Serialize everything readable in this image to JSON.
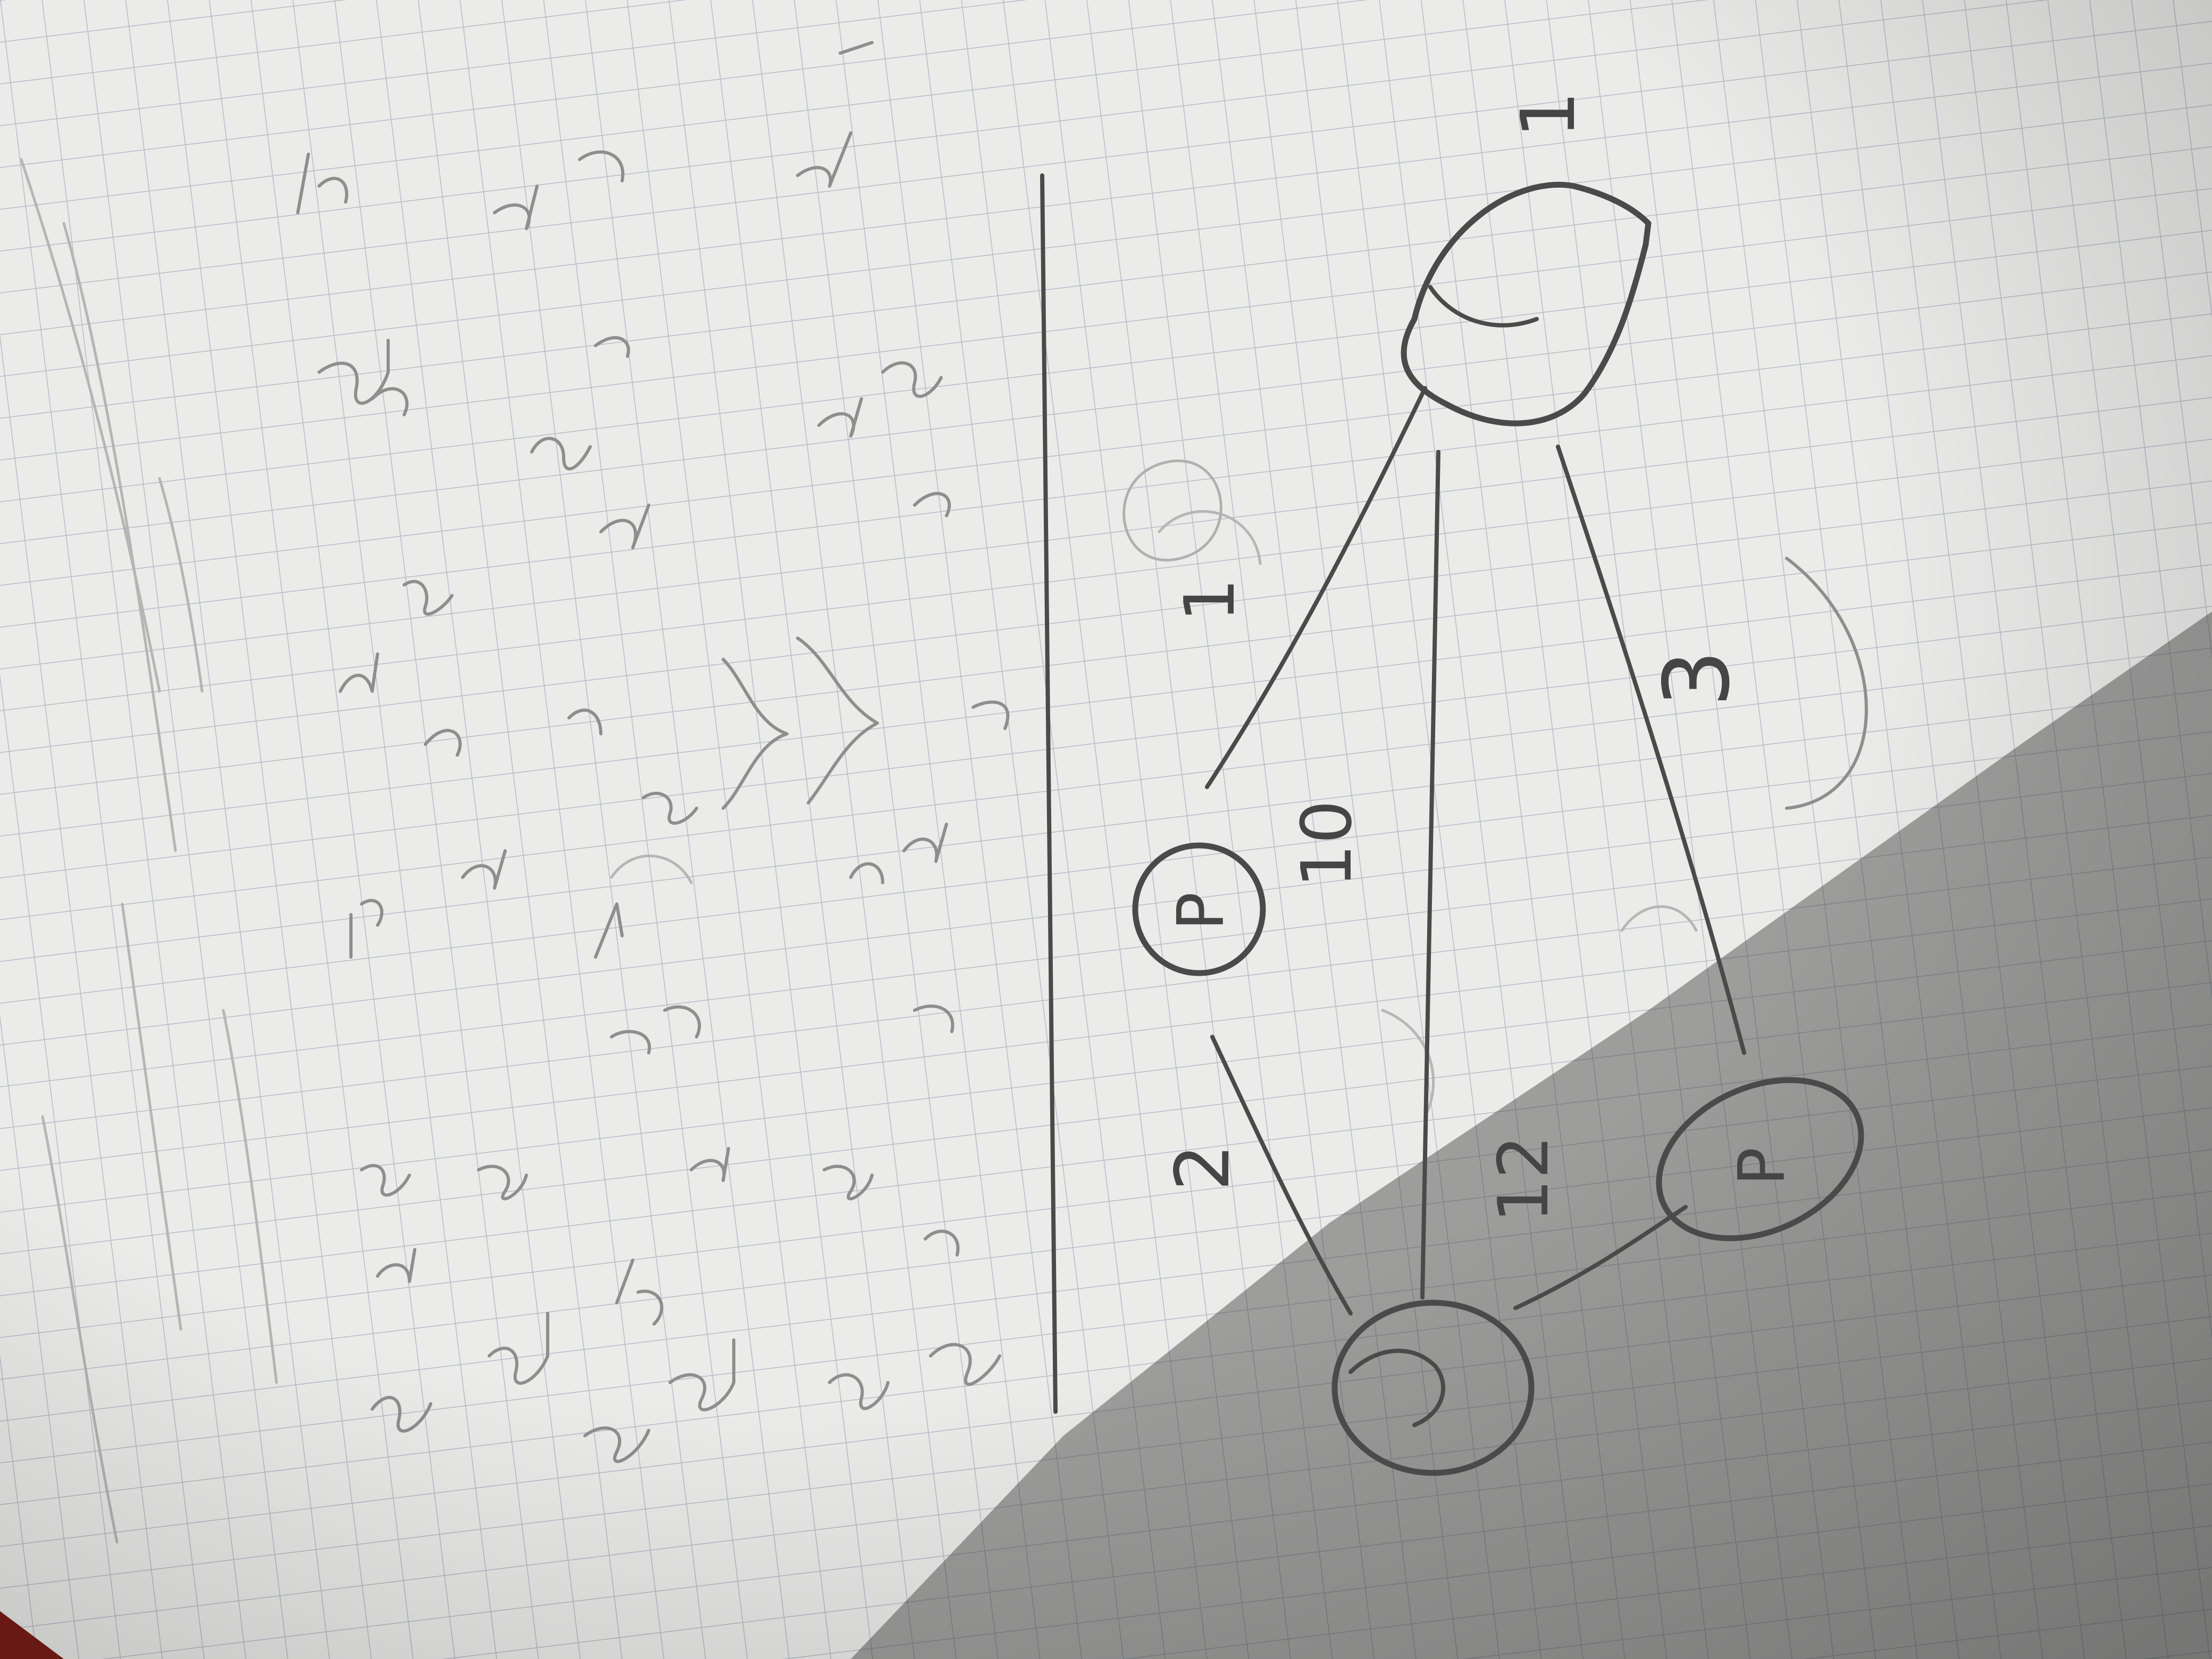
{
  "scene": {
    "description_type": "photo of graph-paper notebook page with pencil-drawn graph",
    "colors": {
      "paper": "#ececec",
      "grid": "#b9bcc4",
      "pencil": "#4a4a4a",
      "shadow": "#5f5f5f",
      "red_edge": "#7a1d16"
    }
  },
  "graph": {
    "nodes": [
      {
        "id": "top",
        "label": ""
      },
      {
        "id": "left",
        "label": "P"
      },
      {
        "id": "bottom",
        "label": ""
      },
      {
        "id": "right",
        "label": "P"
      }
    ],
    "edge_labels": {
      "top_left": "1",
      "top_bottom": "10",
      "top_right": "3",
      "left_bottom": "2",
      "bottom_right": "12",
      "top_side": "1"
    }
  }
}
